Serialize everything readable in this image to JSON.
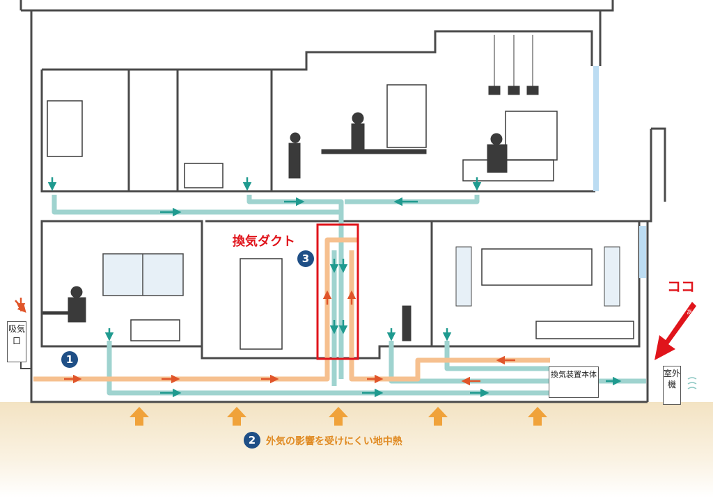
{
  "labels": {
    "duct_callout": "換気ダクト",
    "koko": "ココ",
    "small_mark": "あ",
    "intake": "吸気口",
    "unit": "換気装置本体",
    "outdoor": "室外機",
    "geothermal": "外気の影響を受けにくい地中熱"
  },
  "badges": {
    "b1": "1",
    "b2": "2",
    "b3": "3"
  },
  "colors": {
    "warm_duct": "#f6c08f",
    "cool_duct": "#9fd3cf",
    "warm_arrow": "#e0552a",
    "cool_arrow": "#1f9a8f",
    "badge": "#1f4f86",
    "callout_red": "#e0141b",
    "ground_arrow": "#f0a23a",
    "wall": "#4a4a4a",
    "glass": "#bcdcf2"
  },
  "icons": [
    "up-arrow-icon",
    "down-arrow-icon",
    "right-arrow-icon",
    "left-arrow-icon"
  ]
}
